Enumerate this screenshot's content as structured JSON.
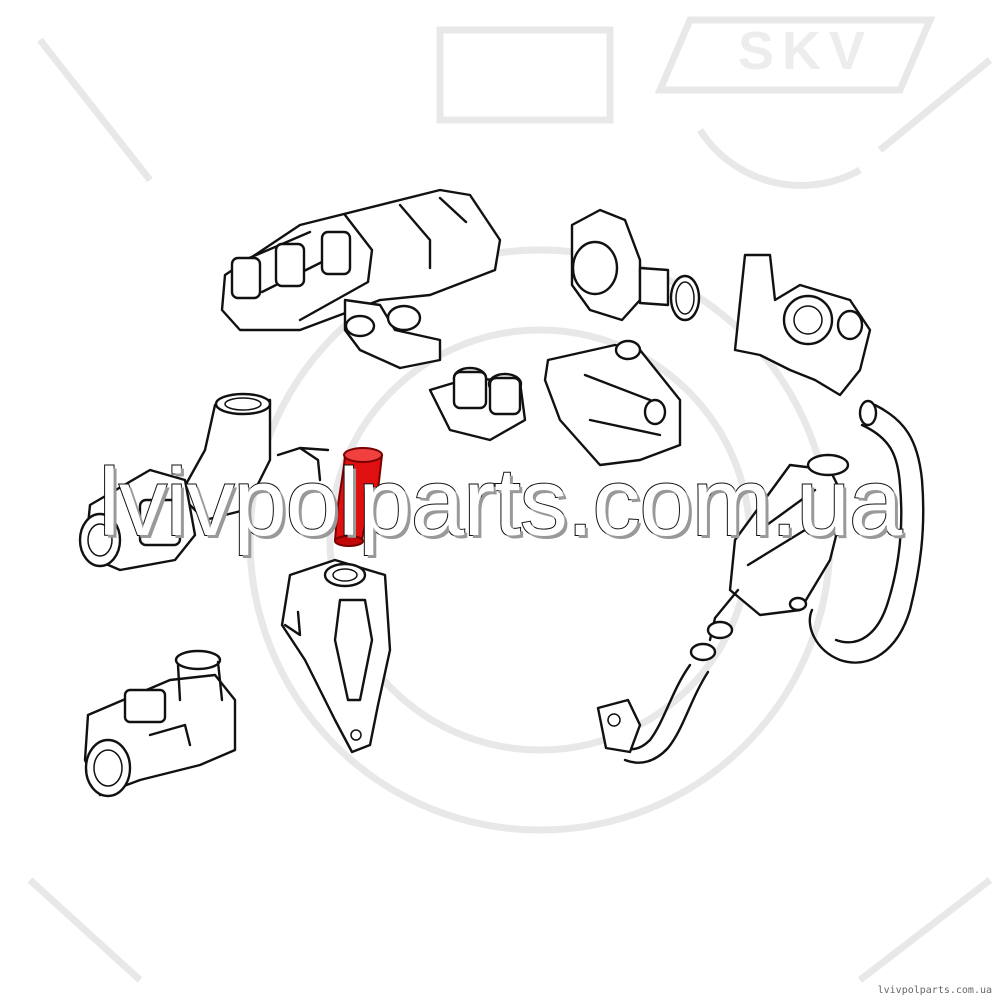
{
  "watermark": {
    "brand": "SKV",
    "site": "lvivpolparts.com.ua",
    "footer": "lvivpolparts.com.ua"
  },
  "colors": {
    "highlight": "#e01010",
    "line": "#111111",
    "watermark": "#ededed"
  }
}
